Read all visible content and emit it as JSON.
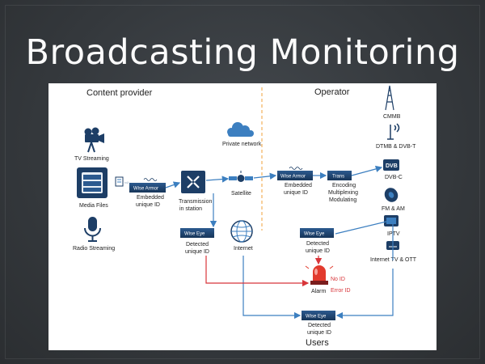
{
  "slide": {
    "title": "Broadcasting Monitoring"
  },
  "sections": {
    "left": "Content provider",
    "right": "Operator",
    "bottom": "Users"
  },
  "sources": [
    "TV Streaming",
    "Media Files",
    "Radio Streaming"
  ],
  "devices": {
    "wise_armor": "Wise Armor",
    "trans": "Trans",
    "wise_eye": "Wise Eye"
  },
  "labels": {
    "embedded_left_1": "Embedded",
    "embedded_left_2": "unique ID",
    "transmission_1": "Transmission",
    "transmission_2": "in station",
    "satellite": "Satellite",
    "private_network": "Private network",
    "internet": "Internet",
    "embedded_right_1": "Embedded",
    "embedded_right_2": "unique ID",
    "encoding_1": "Encoding",
    "encoding_2": "Multiplexing",
    "encoding_3": "Modulating",
    "detected_left_1": "Detected",
    "detected_left_2": "unique ID",
    "detected_right_1": "Detected",
    "detected_right_2": "unique ID",
    "detected_bottom_1": "Detected",
    "detected_bottom_2": "unique ID",
    "alarm": "Alarm",
    "no_id": "No ID",
    "error_id": "Error ID"
  },
  "outputs": [
    "CMMB",
    "DTMB & DVB-T",
    "DVB-C",
    "FM & AM",
    "IPTV",
    "Internet TV & OTT"
  ],
  "dvb_badge": "DVB",
  "colors": {
    "navy": "#1d3e66",
    "blue_line": "#3c7fc0",
    "red_line": "#d8353a",
    "orange_divider": "#f1a13a",
    "text": "#222222"
  }
}
